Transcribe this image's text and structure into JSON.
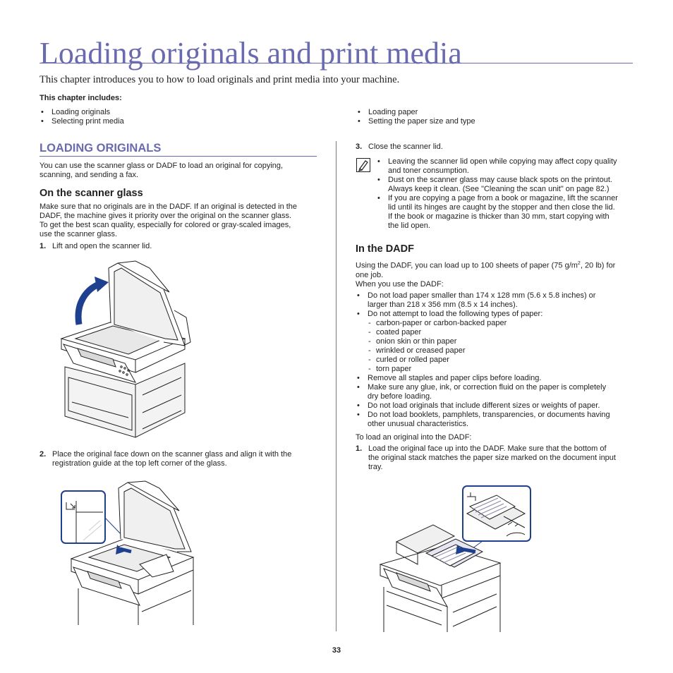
{
  "title": "Loading originals and print media",
  "intro": "This chapter introduces you to how to load originals and print media into your machine.",
  "includes": {
    "label": "This chapter includes:",
    "left": [
      "Loading originals",
      "Selecting print media"
    ],
    "right": [
      "Loading paper",
      "Setting the paper size and type"
    ]
  },
  "section": {
    "heading": "LOADING ORIGINALS",
    "intro_line1": "You can use the scanner glass or DADF to load an original for copying,",
    "intro_line2": "scanning, and sending a fax."
  },
  "glass": {
    "heading": "On the scanner glass",
    "lines": [
      "Make sure that no originals are in the DADF. If an original is detected in the",
      "DADF, the machine gives it priority over the original on the scanner glass.",
      "To get the best scan quality, especially for colored or gray-scaled images,",
      "use the scanner glass."
    ],
    "step1_num": "1.",
    "step1_text": "Lift and open the scanner lid.",
    "step2_num": "2.",
    "step2_line1": "Place the original face down on the scanner glass and align it with the",
    "step2_line2": "registration guide at the top left corner of the glass."
  },
  "step3": {
    "num": "3.",
    "text": "Close the scanner lid."
  },
  "notes": [
    [
      "Leaving the scanner lid open while copying may affect copy quality",
      "and toner consumption."
    ],
    [
      "Dust on the scanner glass may cause black spots on the printout.",
      "Always keep it clean. (See \"Cleaning the scan unit\" on page 82.)"
    ],
    [
      "If you are copying a page from a book or magazine, lift the scanner",
      "lid until its hinges are caught by the stopper and then close the lid.",
      "If the book or magazine is thicker than 30 mm, start copying with",
      "the lid open."
    ]
  ],
  "dadf": {
    "heading": "In the DADF",
    "cap_a": "Using the DADF, you can load up to 100 sheets of paper (75 g/m",
    "cap_sup": "2",
    "cap_b": ", 20 lb) for",
    "cap_line2": "one job.",
    "when": "When you use the DADF:",
    "rules": [
      [
        "Do not load paper smaller than 174 x 128 mm (5.6 x 5.8 inches) or",
        "larger than 218 x 356 mm (8.5 x 14 inches)."
      ],
      [
        "Do not attempt to load the following types of paper:"
      ]
    ],
    "paper_types": [
      "carbon-paper or carbon-backed paper",
      "coated paper",
      "onion skin or thin paper",
      "wrinkled or creased paper",
      "curled or rolled paper",
      "torn paper"
    ],
    "rules2": [
      [
        "Remove all staples and paper clips before loading."
      ],
      [
        "Make sure any glue, ink, or correction fluid on the paper is completely",
        "dry before loading."
      ],
      [
        "Do not load originals that include different sizes or weights of paper."
      ],
      [
        "Do not load booklets, pamphlets, transparencies, or documents having",
        "other unusual characteristics."
      ]
    ],
    "to_load": "To load an original into the DADF:",
    "step1_num": "1.",
    "step1_lines": [
      "Load the original face up into the DADF. Make sure that the bottom of",
      "the original stack matches the paper size marked on the document input",
      "tray."
    ]
  },
  "page_number": "33",
  "colors": {
    "accent": "#6a6aae",
    "arrow": "#1f3f8f",
    "text": "#231f20"
  }
}
